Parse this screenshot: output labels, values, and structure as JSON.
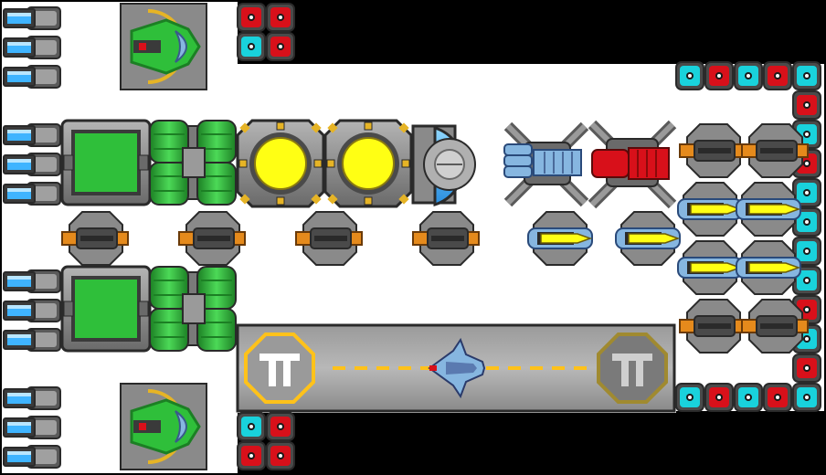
{
  "scene": {
    "colors": {
      "background": "#000000",
      "hull": "#ffffff",
      "metal": "#8c8c8c",
      "metal_dark": "#5a5a5a",
      "outline": "#2a2a2a",
      "blue_light": "#3fb4ff",
      "green": "#2fbf3a",
      "green_dark": "#1c7f24",
      "yellow": "#ffff14",
      "gold": "#e6b426",
      "orange": "#e58a1c",
      "red": "#d8101a",
      "cyan": "#19d2dc",
      "steel_blue": "#86b6e0",
      "runway_line": "#ffc21a"
    },
    "modules": {
      "thrusters": "thruster-module",
      "cargo": "cargo-bay",
      "tanks": "green-fuel-tank",
      "reactors": "yellow-reactor-core",
      "shield": "shield-generator",
      "blue_cannon": "blue-cannon",
      "red_cannon": "red-cannon",
      "orange_turret": "orange-turret",
      "yellow_missile": "yellow-missile-pod",
      "green_fighter": "green-fighter-bay",
      "armor_red": "red-armor-block",
      "armor_cyan": "cyan-armor-block",
      "hangar": "hangar-runway",
      "docked_ship": "docked-fighter-ship"
    }
  }
}
